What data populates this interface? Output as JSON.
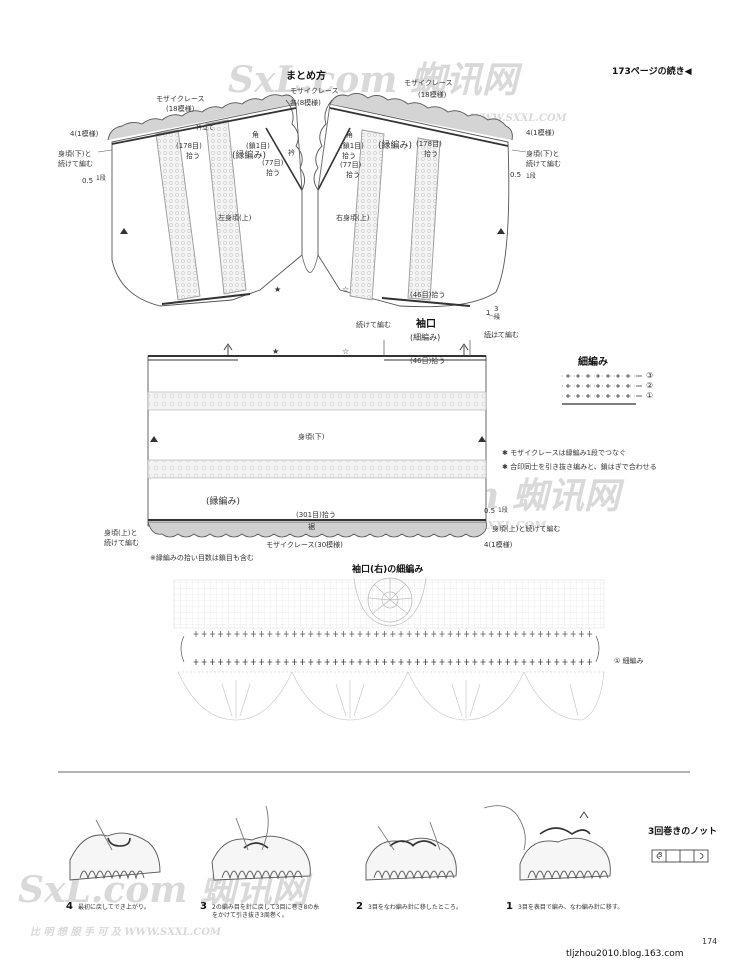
{
  "header": {
    "title": "まとめ方",
    "continued": "173ページの続き◀"
  },
  "top_diagram": {
    "left": {
      "mosaic_lace": "モザイクレース",
      "mosaic_count": "(18模様)",
      "pattern_4": "4(1模様)",
      "collar_stand": "衿立て",
      "corner": "角",
      "one_stitch": "(鎖1目)",
      "stitches_178": "(178目)",
      "pick_up": "拾う",
      "moss_stitch": "(縁編み)",
      "stitches_77": "(77目)",
      "pick_up_77": "拾う",
      "body_lower_1": "身頃(下)と",
      "body_lower_2": "続けて編む",
      "half_05": "0.5",
      "one_row": "1段",
      "front_label": "左身頃(上)",
      "star": "★"
    },
    "center": {
      "mosaic_lace": "モザイクレース",
      "count_8": "各(8模様)",
      "collar": "衿"
    },
    "right": {
      "mosaic_lace": "モザイクレース",
      "mosaic_count": "(18模様)",
      "pattern_4": "4(1模様)",
      "corner": "角",
      "one_stitch": "(鎖1目)",
      "pick_up": "拾う",
      "moss_stitch": "(縁編み)",
      "stitches_178": "(178目)",
      "pick_up_178": "拾う",
      "stitches_77": "(77目)",
      "pick_up_77": "拾う",
      "body_lower_1": "身頃(下)と",
      "body_lower_2": "続けて編む",
      "half_05": "0.5",
      "one_row": "1段",
      "front_label": "右身頃(上)",
      "white_star": "☆",
      "stitches_46": "(46目)拾う",
      "continue_knit": "続けて編む",
      "one_third_1": "1",
      "one_third_2": "3",
      "one_third_3": "段"
    }
  },
  "cuff": {
    "title": "袖口",
    "subtitle": "(細編み)",
    "stitches_46": "(46目)拾う",
    "continue_knit": "続けて編む"
  },
  "lower_body": {
    "star": "★",
    "white_star": "☆",
    "label": "身頃(下)",
    "moss_stitch": "(縁編み)",
    "stitches_301": "(301目)拾う",
    "hem": "裾",
    "mosaic_lace": "モザイクレース(30模様)",
    "upper_1": "身頃(上)と",
    "upper_2": "続けて編む",
    "right_upper": "身頃(上)と続けて編む",
    "pattern_4": "4(1模様)",
    "half_05": "0.5",
    "one_row": "1段",
    "note": "※縁編みの拾い目数は鎖目も含む"
  },
  "single_crochet": {
    "title": "細編み",
    "rows": [
      "③",
      "②",
      "①"
    ]
  },
  "notes": {
    "line1": "✱ モザイクレースは縁編み1段でつなぐ",
    "line2": "✱ 合印同士を引き抜き编みと、鎖はぎで合わせる"
  },
  "cuff_detail": {
    "title": "袖口(右)の細編み",
    "row_label": "① 細編み"
  },
  "steps": [
    {
      "num": "4",
      "text": "最初に戻してでき上がり。"
    },
    {
      "num": "3",
      "text": "2の編み目を針に戻して3目に巻き8の糸をかけて引き抜き3周巻く。"
    },
    {
      "num": "2",
      "text": "3目をなわ編み針に移したところ。"
    },
    {
      "num": "1",
      "text": "3目を表目で編み、なわ編み針に移す。"
    }
  ],
  "knot": {
    "title": "3回巻きのノット",
    "symbol": "3"
  },
  "footer": {
    "source": "tljzhou2010.blog.163.com",
    "page_number": "174"
  },
  "watermarks": {
    "brand_1": "SxL.com 蜘讯网",
    "brand_2": "SxL.com 蜘讯网",
    "url_1": "WWW.SXXL.COM",
    "url_2": "WWW.SXXL.COM",
    "brand_3": "SxL.com 蜘讯网",
    "url_3": "比 明 想 服 手 可 及   WWW.SXXL.COM"
  },
  "colors": {
    "line": "#333333",
    "lace_fill": "#cfcfcf",
    "stripe_fill": "#e6e6e6",
    "watermark": "#d9d9d9"
  }
}
